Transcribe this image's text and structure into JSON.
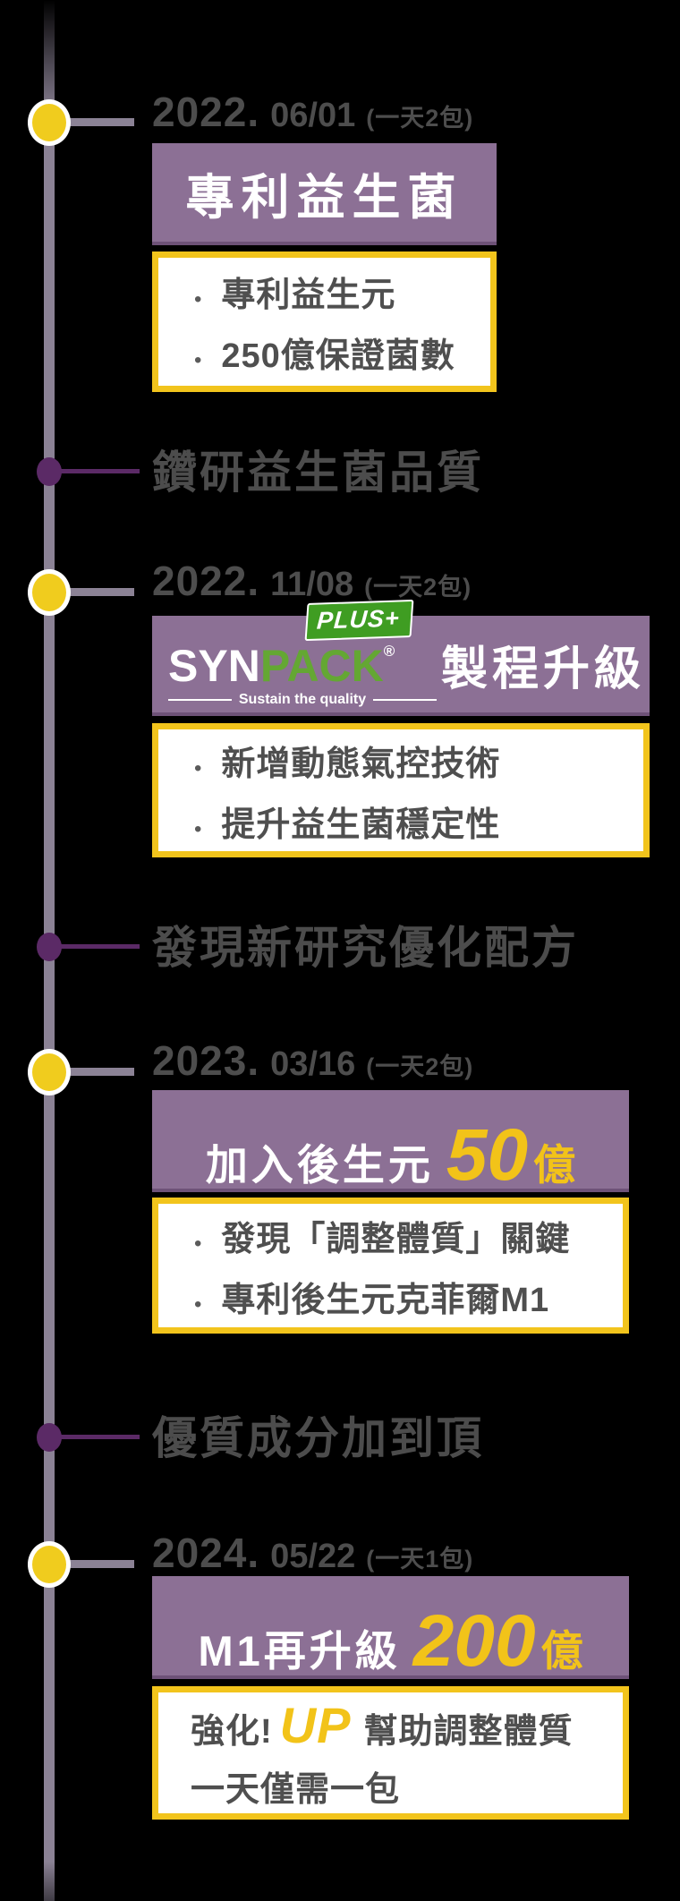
{
  "ui": {
    "bullet": "•"
  },
  "colors": {
    "background": "#000000",
    "timeline_line": "#8b8295",
    "node_yellow": "#f0cc1e",
    "node_ring": "#ffffff",
    "milestone_purple": "#5b2a66",
    "title_box_purple": "#8c7095",
    "box_border_yellow": "#f2c41c",
    "accent_yellow": "#f2c319",
    "text_gray": "#4d4d4d",
    "synpack_green": "#64a733",
    "plus_tag_green": "#3f9d22"
  },
  "events": [
    {
      "year": "2022.",
      "date": "06/01",
      "note": "(一天2包)",
      "title": "專利益生菌",
      "bullets": [
        "專利益生元",
        "250億保證菌數"
      ]
    },
    {
      "year": "2022.",
      "date": "11/08",
      "note": "(一天2包)",
      "title": "製程升級",
      "logo": {
        "plus": "PLUS+",
        "syn": "SYN",
        "pack": "PACK",
        "reg": "®",
        "tagline": "Sustain the quality"
      },
      "bullets": [
        "新增動態氣控技術",
        "提升益生菌穩定性"
      ]
    },
    {
      "year": "2023.",
      "date": "03/16",
      "note": "(一天2包)",
      "title_prefix": "加入後生元",
      "highlight": "50",
      "unit": "億",
      "bullets": [
        "發現「調整體質」關鍵",
        "專利後生元克菲爾M1"
      ]
    },
    {
      "year": "2024.",
      "date": "05/22",
      "note": "(一天1包)",
      "title_prefix": "M1再升級",
      "highlight": "200",
      "unit": "億",
      "detail_line1_pre": "強化!",
      "detail_line1_big": "UP",
      "detail_line1_post": "幫助調整體質",
      "detail_line2": "一天僅需一包"
    }
  ],
  "milestones": [
    "鑽研益生菌品質",
    "發現新研究優化配方",
    "優質成分加到頂"
  ]
}
